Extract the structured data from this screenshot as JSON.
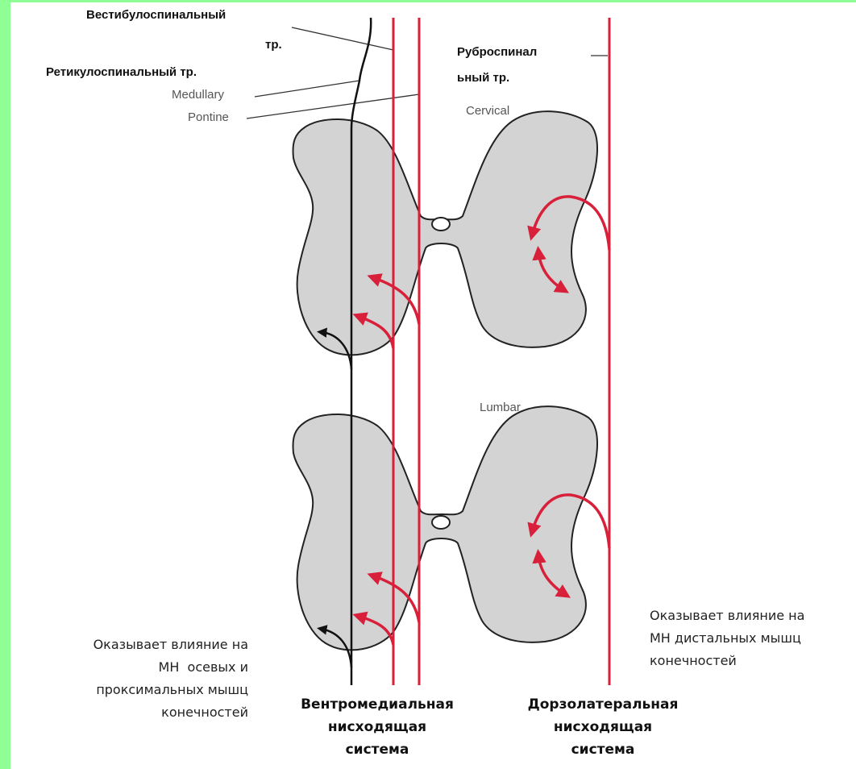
{
  "labels": {
    "vestibulo_line1": "Вестибулоспинальный",
    "vestibulo_line2": "тр.",
    "reticulo": "Ретикулоспинальный тр.",
    "medullary": "Medullary",
    "pontine": "Pontine",
    "rubro_line1": "Руброспинал",
    "rubro_line2": "ьный тр.",
    "cervical": "Cervical",
    "lumbar": "Lumbar"
  },
  "notes": {
    "left": [
      "Оказывает влияние на",
      "МН  осевых и",
      "проксимальных мышц",
      "конечностей"
    ],
    "right": [
      "Оказывает влияние на",
      "МН дистальных мышц",
      "конечностей"
    ]
  },
  "systems": {
    "ventromedial": [
      "Вентромедиальная",
      "нисходящая",
      "система"
    ],
    "dorsolateral": [
      "Дорзолатеральная",
      "нисходящая",
      "система"
    ]
  },
  "colors": {
    "background": "#8fff95",
    "tract_red": "#d8203a",
    "gray_matter": "#d3d3d3",
    "outline": "#222222"
  }
}
